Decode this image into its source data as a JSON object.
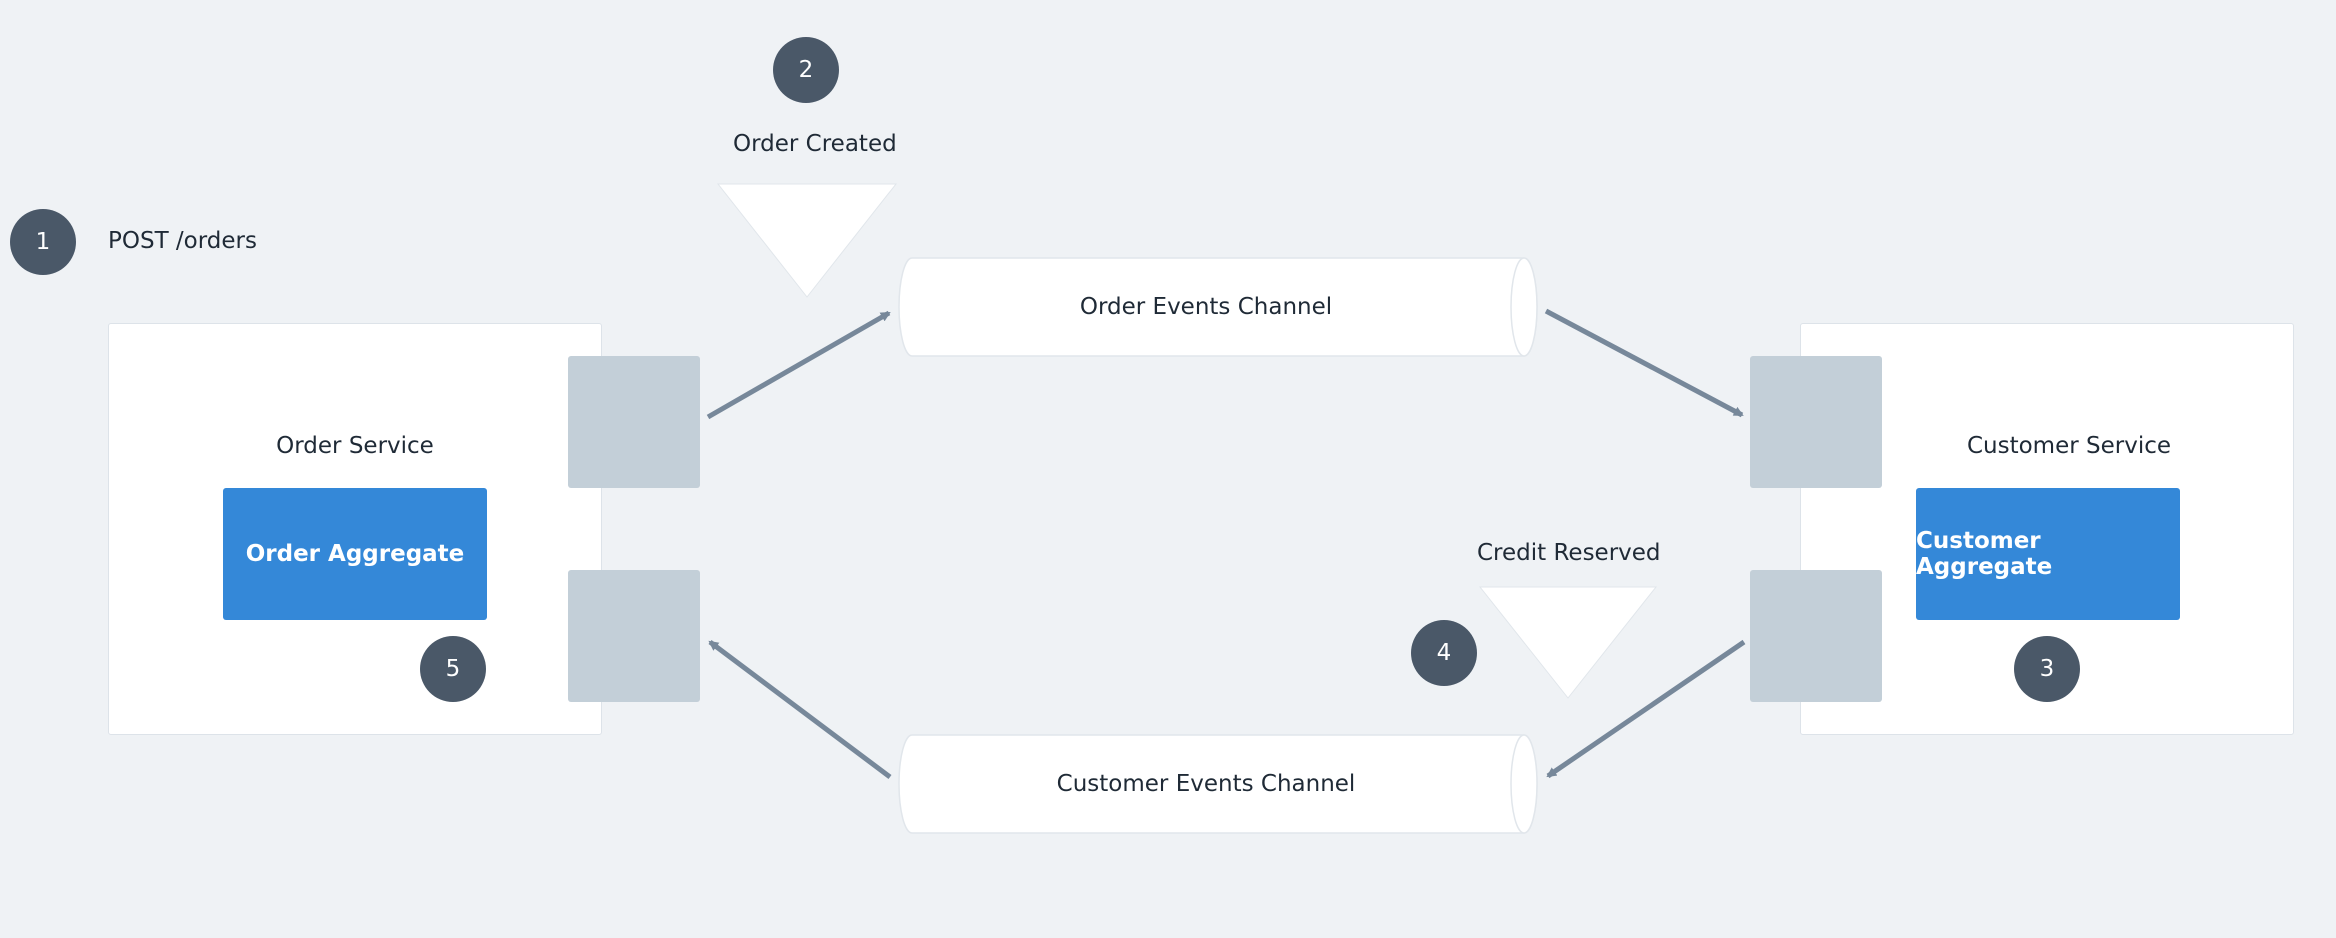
{
  "steps": {
    "one": "1",
    "two": "2",
    "three": "3",
    "four": "4",
    "five": "5"
  },
  "request": {
    "label": "POST /orders"
  },
  "events": {
    "order_created": "Order Created",
    "credit_reserved": "Credit Reserved"
  },
  "channels": {
    "order_events": "Order Events Channel",
    "customer_events": "Customer Events Channel"
  },
  "services": {
    "order": {
      "title": "Order Service",
      "aggregate": "Order Aggregate"
    },
    "customer": {
      "title": "Customer Service",
      "aggregate": "Customer Aggregate"
    }
  },
  "colors": {
    "background": "#eff2f5",
    "step_circle": "#4a5868",
    "aggregate": "#3488d8",
    "port": "#c3cfd8",
    "arrow": "#77889a"
  }
}
